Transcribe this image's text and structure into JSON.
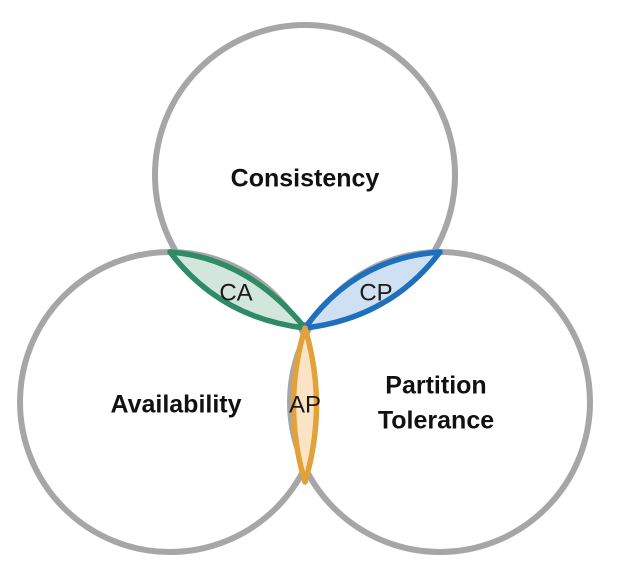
{
  "diagram": {
    "colors": {
      "circle_stroke": "#a6a6a8",
      "ca_stroke": "#2e8b66",
      "ca_fill": "#d2e6dc",
      "cp_stroke": "#1f6fbf",
      "cp_fill": "#cfe0f2",
      "ap_stroke": "#e3a13a",
      "ap_fill": "#fbe4c6"
    },
    "circles": {
      "consistency": {
        "label": "Consistency"
      },
      "availability": {
        "label": "Availability"
      },
      "partition": {
        "label_line1": "Partition",
        "label_line2": "Tolerance"
      }
    },
    "intersections": {
      "ca": {
        "label": "CA"
      },
      "cp": {
        "label": "CP"
      },
      "ap": {
        "label": "AP"
      }
    }
  }
}
